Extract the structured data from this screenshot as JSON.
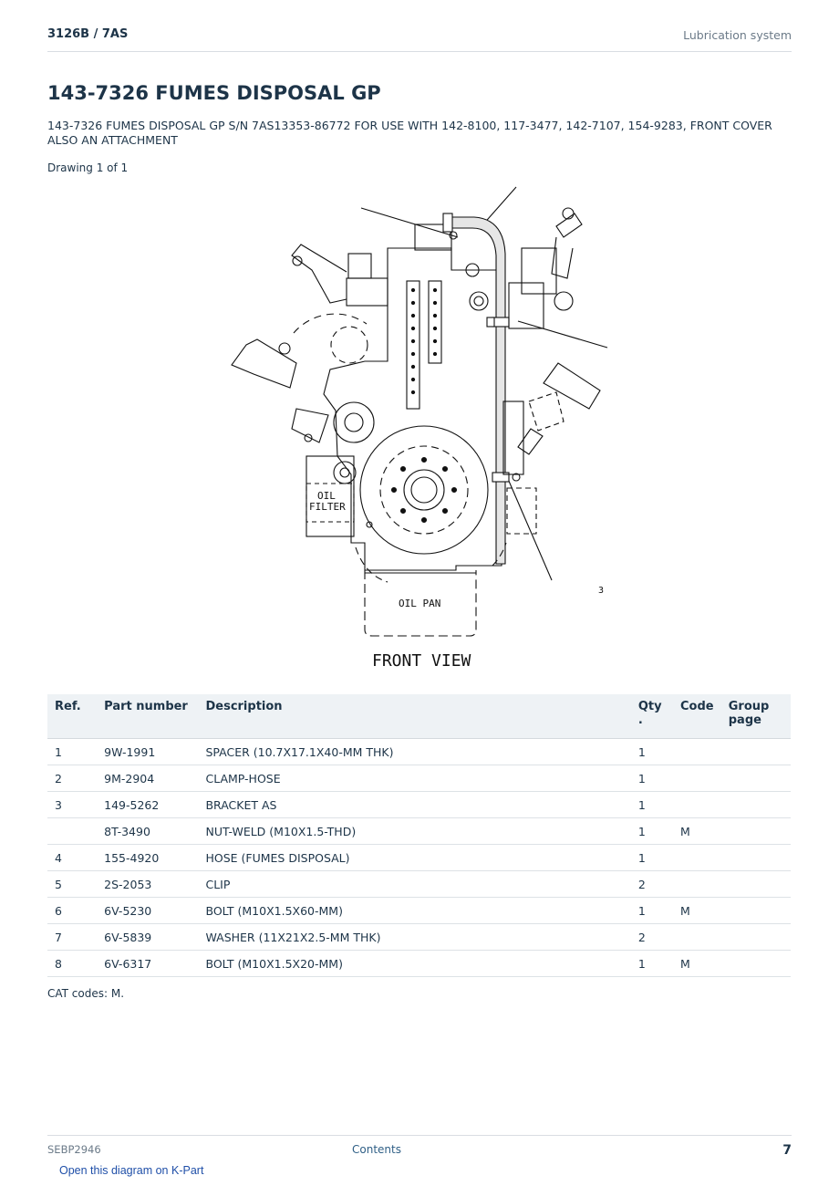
{
  "header": {
    "model": "3126B  /  7AS",
    "section": "Lubrication system"
  },
  "title": "143-7326 FUMES DISPOSAL GP",
  "description": "143-7326 FUMES DISPOSAL GP S/N 7AS13353-86772 FOR USE WITH 142-8100, 117-3477, 142-7107, 154-9283, FRONT COVER ALSO AN ATTACHMENT",
  "drawing_count": "Drawing 1 of 1",
  "diagram": {
    "oil_filter_1": "OIL",
    "oil_filter_2": "FILTER",
    "oil_pan": "OIL PAN",
    "view_label": "FRONT VIEW",
    "stray_mark": "3"
  },
  "table": {
    "headers": {
      "ref": "Ref.",
      "part": "Part number",
      "desc": "Description",
      "qty_1": "Qty",
      "qty_2": ".",
      "code": "Code",
      "group": "Group page"
    },
    "rows": [
      {
        "ref": "1",
        "part": "9W-1991",
        "desc": "SPACER (10.7X17.1X40-MM THK)",
        "qty": "1",
        "code": ""
      },
      {
        "ref": "2",
        "part": "9M-2904",
        "desc": "CLAMP-HOSE",
        "qty": "1",
        "code": ""
      },
      {
        "ref": "3",
        "part": "149-5262",
        "desc": "BRACKET AS",
        "qty": "1",
        "code": ""
      },
      {
        "ref": "",
        "part": "8T-3490",
        "desc": "NUT-WELD (M10X1.5-THD)",
        "qty": "1",
        "code": "M"
      },
      {
        "ref": "4",
        "part": "155-4920",
        "desc": "HOSE (FUMES DISPOSAL)",
        "qty": "1",
        "code": ""
      },
      {
        "ref": "5",
        "part": "2S-2053",
        "desc": "CLIP",
        "qty": "2",
        "code": ""
      },
      {
        "ref": "6",
        "part": "6V-5230",
        "desc": "BOLT (M10X1.5X60-MM)",
        "qty": "1",
        "code": "M"
      },
      {
        "ref": "7",
        "part": "6V-5839",
        "desc": "WASHER (11X21X2.5-MM THK)",
        "qty": "2",
        "code": ""
      },
      {
        "ref": "8",
        "part": "6V-6317",
        "desc": "BOLT (M10X1.5X20-MM)",
        "qty": "1",
        "code": "M"
      }
    ]
  },
  "cat_codes": "CAT codes: M.",
  "footer": {
    "doc_id": "SEBP2946",
    "contents_link": "Contents",
    "page_number": "7"
  },
  "kpart_link": "Open this diagram on K-Part"
}
